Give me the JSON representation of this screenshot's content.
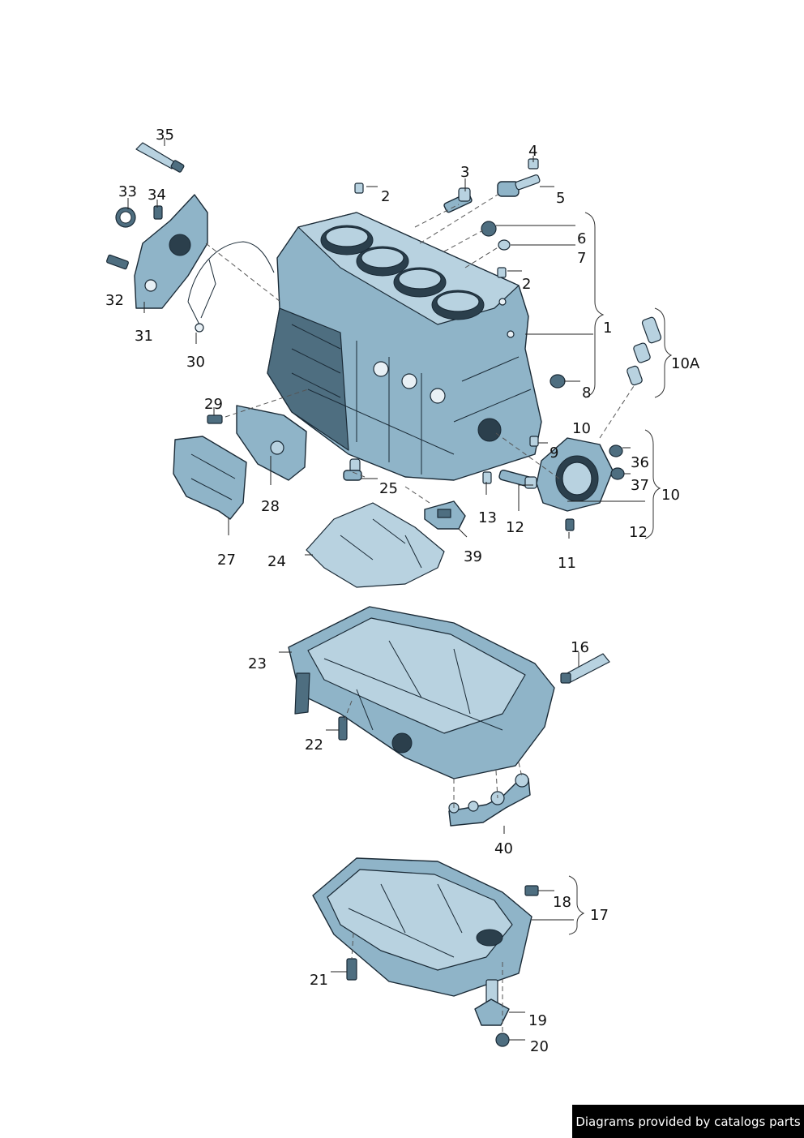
{
  "callouts": {
    "c1": "1",
    "c2a": "2",
    "c2b": "2",
    "c3": "3",
    "c4": "4",
    "c5": "5",
    "c6": "6",
    "c7": "7",
    "c8": "8",
    "c9": "9",
    "c10a": "10",
    "c10b": "10",
    "c10A": "10A",
    "c11": "11",
    "c12a": "12",
    "c12b": "12",
    "c13": "13",
    "c16": "16",
    "c17": "17",
    "c18": "18",
    "c19": "19",
    "c20": "20",
    "c21": "21",
    "c22": "22",
    "c23": "23",
    "c24": "24",
    "c25": "25",
    "c27": "27",
    "c28": "28",
    "c29": "29",
    "c30": "30",
    "c31": "31",
    "c32": "32",
    "c33": "33",
    "c34": "34",
    "c35": "35",
    "c36": "36",
    "c37": "37",
    "c39": "39",
    "c40": "40"
  },
  "footer": {
    "credit": "Diagrams provided by catalogs parts"
  },
  "colors": {
    "part_fill": "#8fb4c8",
    "part_light": "#b8d2e0",
    "part_dark": "#4e6e80",
    "outline": "#1a2a36"
  }
}
